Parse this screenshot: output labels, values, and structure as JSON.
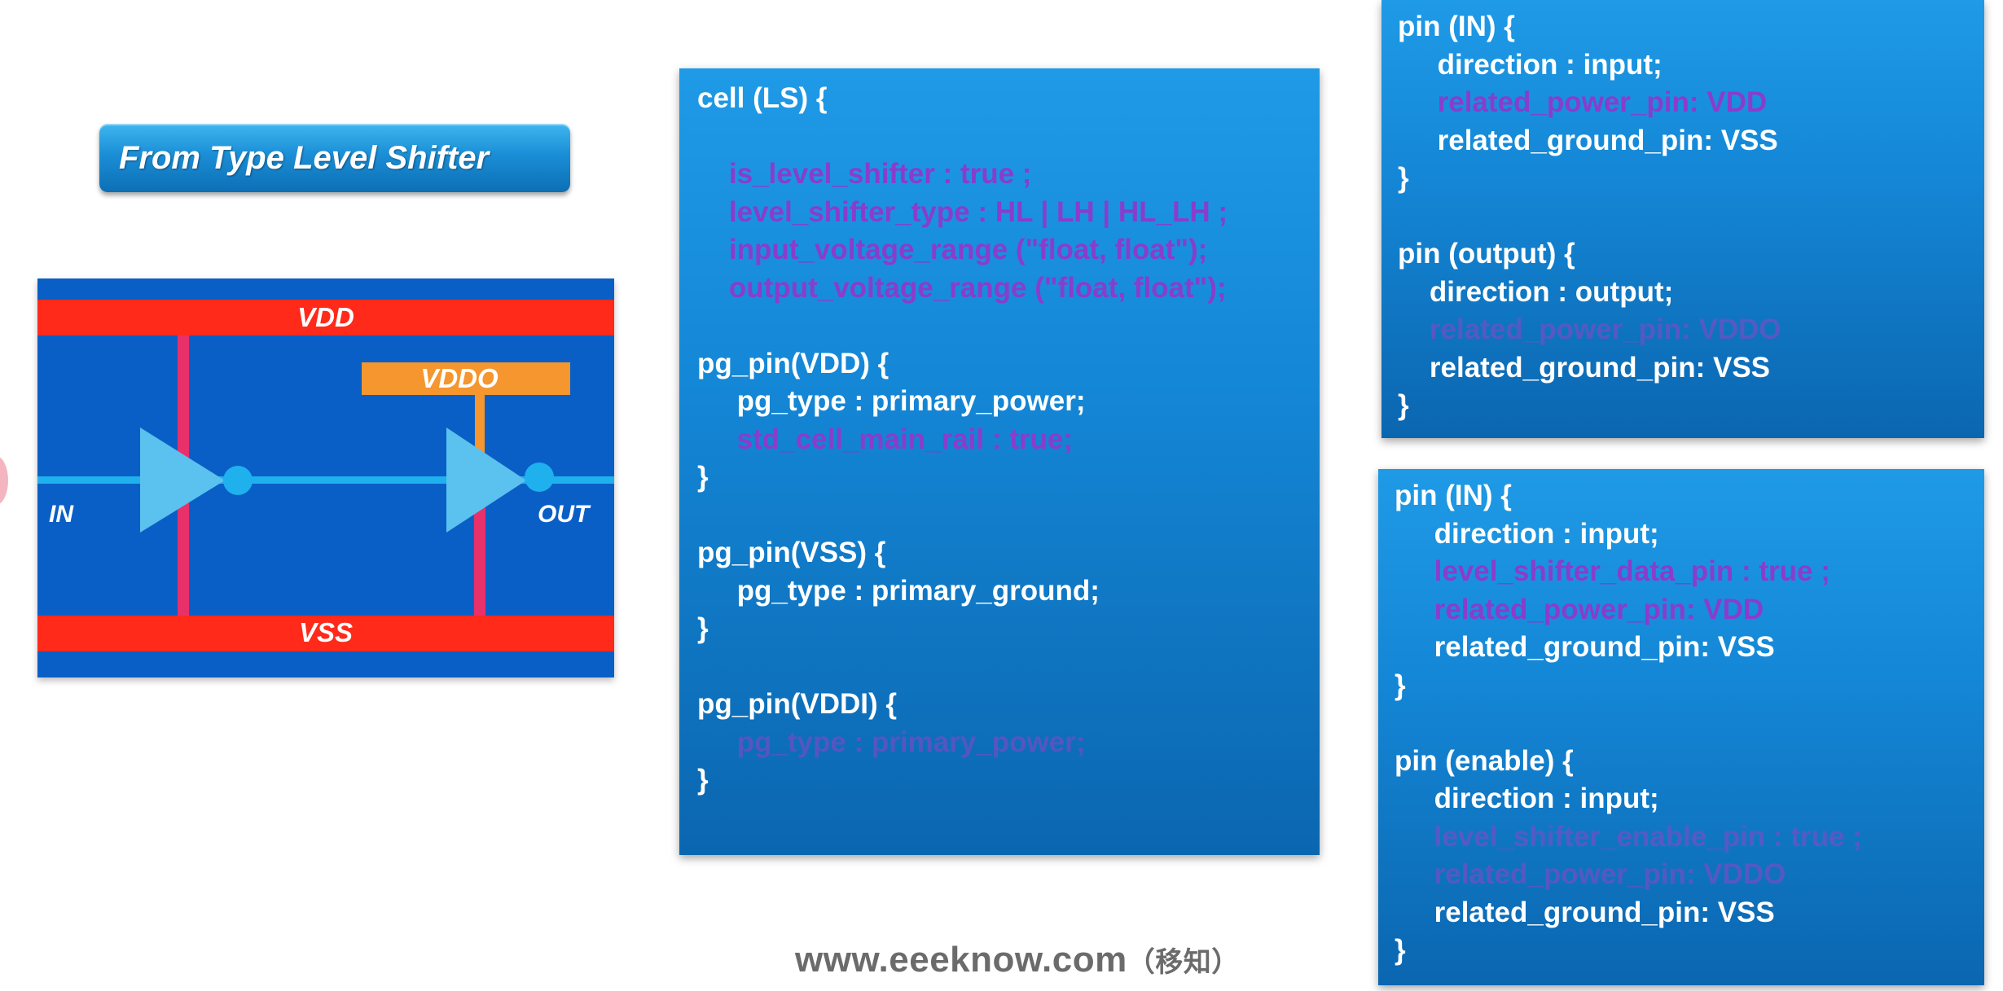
{
  "title": "From Type Level Shifter",
  "diagram": {
    "rails": {
      "top": "VDD",
      "secondary": "VDDO",
      "bottom": "VSS"
    },
    "pins": {
      "input": "IN",
      "output": "OUT"
    },
    "colors": {
      "background": "#0a5fc6",
      "rail": "#ff2a1a",
      "secondary_rail": "#f5962e",
      "wire": "#e8306a",
      "buffer": "#5bc1ee",
      "signal": "#1fb0ee"
    }
  },
  "cell_block": {
    "lines": [
      {
        "text": "cell (LS) {",
        "style": "white"
      },
      {
        "text": "",
        "style": "blank"
      },
      {
        "text": "    is_level_shifter : true ;",
        "style": "purple"
      },
      {
        "text": "    level_shifter_type : HL | LH | HL_LH ;",
        "style": "purple"
      },
      {
        "text": "    input_voltage_range (\"float, float\");",
        "style": "purple"
      },
      {
        "text": "    output_voltage_range (\"float, float\");",
        "style": "purple"
      },
      {
        "text": "",
        "style": "blank"
      },
      {
        "text": "pg_pin(VDD) {",
        "style": "white"
      },
      {
        "text": "     pg_type : primary_power;",
        "style": "white"
      },
      {
        "text": "     std_cell_main_rail : true;",
        "style": "purple"
      },
      {
        "text": "}",
        "style": "white"
      },
      {
        "text": "",
        "style": "blank"
      },
      {
        "text": "pg_pin(VSS) {",
        "style": "white"
      },
      {
        "text": "     pg_type : primary_ground;",
        "style": "white"
      },
      {
        "text": "}",
        "style": "white"
      },
      {
        "text": "",
        "style": "blank"
      },
      {
        "text": "pg_pin(VDDI) {",
        "style": "white"
      },
      {
        "text": "     pg_type : primary_power;",
        "style": "faint"
      },
      {
        "text": "}",
        "style": "white"
      }
    ]
  },
  "pin_block_1": {
    "lines": [
      {
        "text": "pin (IN) {",
        "style": "white"
      },
      {
        "text": "     direction : input;",
        "style": "white"
      },
      {
        "text": "     related_power_pin: VDD",
        "style": "purple"
      },
      {
        "text": "     related_ground_pin: VSS",
        "style": "white"
      },
      {
        "text": "}",
        "style": "white"
      },
      {
        "text": "",
        "style": "blank"
      },
      {
        "text": "pin (output) {",
        "style": "white"
      },
      {
        "text": "    direction : output;",
        "style": "white"
      },
      {
        "text": "    related_power_pin: VDDO",
        "style": "faint"
      },
      {
        "text": "    related_ground_pin: VSS",
        "style": "white"
      },
      {
        "text": "}",
        "style": "white"
      }
    ]
  },
  "pin_block_2": {
    "lines": [
      {
        "text": "pin (IN) {",
        "style": "white"
      },
      {
        "text": "     direction : input;",
        "style": "white"
      },
      {
        "text": "     level_shifter_data_pin : true ;",
        "style": "purple"
      },
      {
        "text": "     related_power_pin: VDD",
        "style": "purple"
      },
      {
        "text": "     related_ground_pin: VSS",
        "style": "white"
      },
      {
        "text": "}",
        "style": "white"
      },
      {
        "text": "",
        "style": "blank"
      },
      {
        "text": "pin (enable) {",
        "style": "white"
      },
      {
        "text": "     direction : input;",
        "style": "white"
      },
      {
        "text": "     level_shifter_enable_pin : true ;",
        "style": "faint"
      },
      {
        "text": "     related_power_pin: VDDO",
        "style": "faint"
      },
      {
        "text": "     related_ground_pin: VSS",
        "style": "white"
      },
      {
        "text": "}",
        "style": "white"
      }
    ]
  },
  "footer": {
    "site": "www.eeeknow.com",
    "note": "（移知）"
  }
}
